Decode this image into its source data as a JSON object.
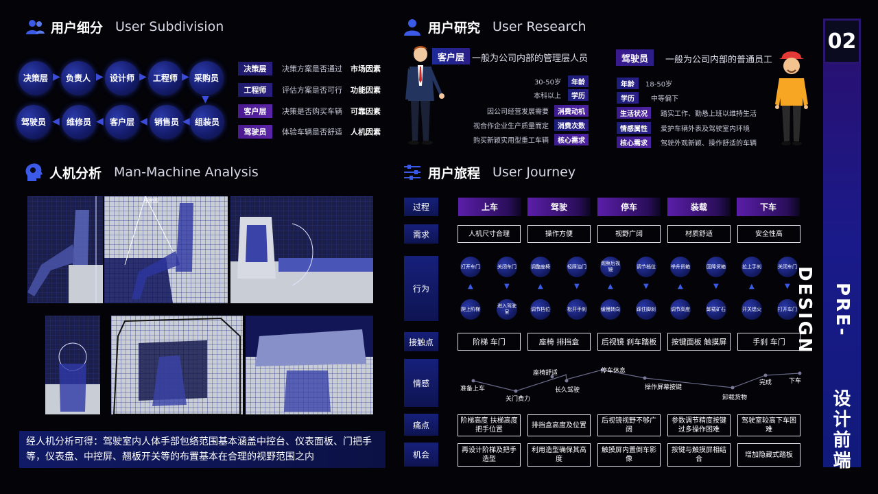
{
  "subdivision": {
    "title_cn": "用户细分",
    "title_en": "User Subdivision",
    "nodes_top": [
      "决策层",
      "负责人",
      "设计师",
      "工程师",
      "采购员"
    ],
    "nodes_bottom": [
      "驾驶员",
      "维修员",
      "客户层",
      "销售员",
      "组装员"
    ],
    "roles": [
      {
        "tag": "决策层",
        "desc": "决策方案是否通过",
        "factor": "市场因素"
      },
      {
        "tag": "工程师",
        "desc": "评估方案是否可行",
        "factor": "功能因素"
      },
      {
        "tag": "客户层",
        "desc": "决策是否购买车辆",
        "factor": "可靠因素"
      },
      {
        "tag": "驾驶员",
        "desc": "体验车辆是否舒适",
        "factor": "人机因素"
      }
    ]
  },
  "research": {
    "title_cn": "用户研究",
    "title_en": "User Research",
    "client_tag": "客户层",
    "client_desc": "一般为公司内部的管理层人员",
    "client_rows": [
      {
        "value": "30-50岁",
        "label": "年龄"
      },
      {
        "value": "本科以上",
        "label": "学历"
      },
      {
        "value": "因公司经营发展需要",
        "label": "消费动机"
      },
      {
        "value": "视合作企业生产质量而定",
        "label": "消费次数"
      },
      {
        "value": "购买新颖实用型重工车辆",
        "label": "核心需求"
      }
    ],
    "driver_tag": "驾驶员",
    "driver_desc": "一般为公司内部的普通员工",
    "driver_rows": [
      {
        "label": "年龄",
        "value": "18-50岁"
      },
      {
        "label": "学历",
        "value": "中等偏下"
      },
      {
        "label": "生活状况",
        "value": "踏实工作、勤恳上班以维持生活"
      },
      {
        "label": "情感属性",
        "value": "爱护车辆外表及驾驶室内环境"
      },
      {
        "label": "核心需求",
        "value": "驾驶外观新颖、操作舒适的车辆"
      }
    ]
  },
  "analysis": {
    "title_cn": "人机分析",
    "title_en": "Man-Machine Analysis",
    "diagram_label": "眼椭圆",
    "conclusion": "经人机分析可得：驾驶室内人体手部包络范围基本涵盖中控台、仪表面板、门把手等，仪表盘、中控屏、翘板开关等的布置基本在合理的视野范围之内"
  },
  "journey": {
    "title_cn": "用户旅程",
    "title_en": "User Journey",
    "row_labels": [
      "过程",
      "需求",
      "行为",
      "接触点",
      "情感",
      "痛点",
      "机会"
    ],
    "stages": [
      "上车",
      "驾驶",
      "停车",
      "装载",
      "下车"
    ],
    "needs": [
      "人机尺寸合理",
      "操作方便",
      "视野广阔",
      "材质舒适",
      "安全性高"
    ],
    "actions_top": [
      "打开车门",
      "关闭车门",
      "调整座椅",
      "轻踩油门",
      "观察后视镜",
      "调节档位",
      "举升货箱",
      "回降货箱",
      "拉上手刹",
      "关闭车门"
    ],
    "actions_bottom": [
      "爬上阶梯",
      "进入驾驶室",
      "调节档位",
      "松开手刹",
      "缓慢转向",
      "踩住脚刹",
      "调节高度",
      "卸载矿石",
      "开关熄火",
      "打开车门"
    ],
    "touchpoints": [
      "阶梯  车门",
      "座椅  排挡盒",
      "后视镜  刹车踏板",
      "按键面板  触摸屏",
      "手刹  车门"
    ],
    "emotions": [
      "准备上车",
      "关门费力",
      "座椅舒适",
      "长久驾驶",
      "停车休息",
      "操作屏幕按键",
      "卸载货物",
      "完成",
      "下车"
    ],
    "pains": [
      "阶梯高度 扶梯高度把手位置",
      "排挡盒高度及位置",
      "后视镜视野不够广阔",
      "参数调节精度按键过多操作困难",
      "驾驶室较高下车困难"
    ],
    "opportunities": [
      "再设计阶梯及把手造型",
      "利用造型确保其高度",
      "触摸屏内置倒车影像",
      "按键与触摸屏相结合",
      "增加隐藏式踏板"
    ]
  },
  "side": {
    "number": "02",
    "en": "PRE-DESIGN",
    "cn": "设计前端"
  }
}
